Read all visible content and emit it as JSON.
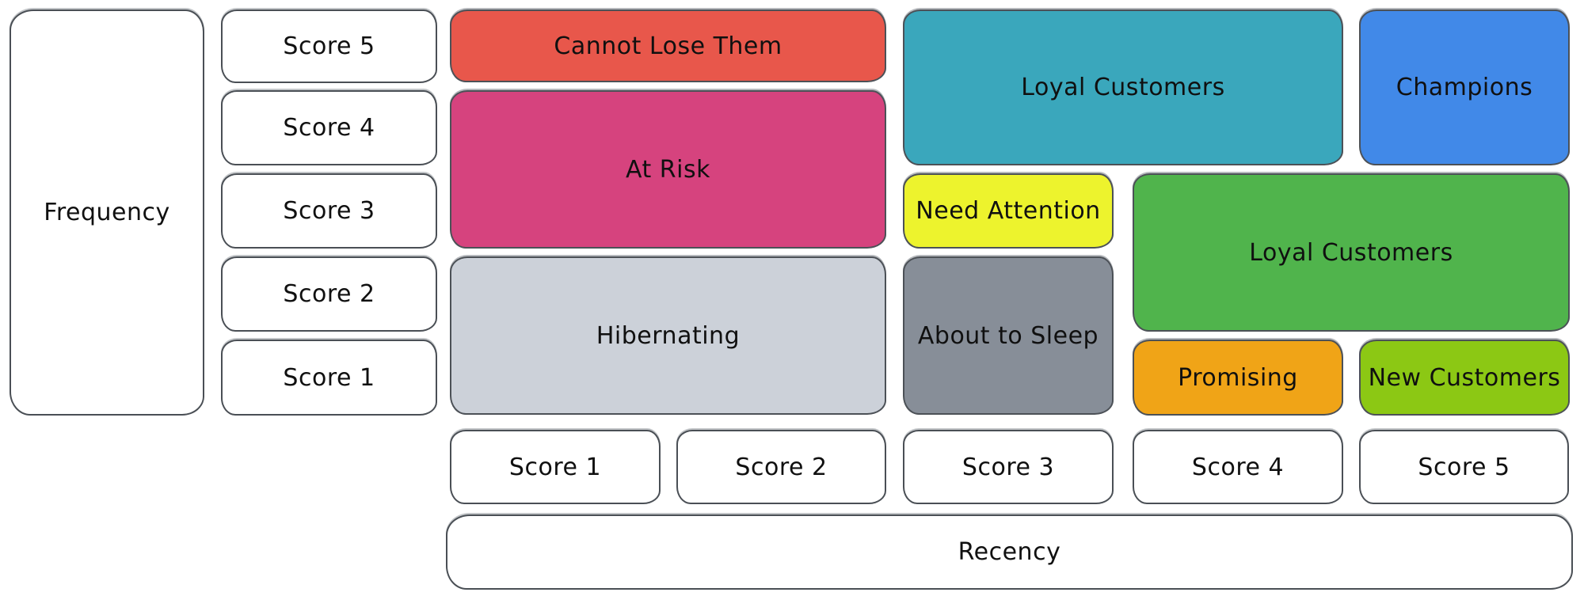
{
  "diagram": {
    "type": "rfm-customer-segmentation-grid",
    "y_axis": {
      "label": "Frequency",
      "scores": [
        "Score 5",
        "Score 4",
        "Score 3",
        "Score 2",
        "Score 1"
      ]
    },
    "x_axis": {
      "label": "Recency",
      "scores": [
        "Score 1",
        "Score 2",
        "Score 3",
        "Score 4",
        "Score 5"
      ]
    },
    "segments": [
      {
        "label": "Cannot Lose Them",
        "color": "#e8574b",
        "recency": "1-2",
        "frequency": "5"
      },
      {
        "label": "At Risk",
        "color": "#d6437e",
        "recency": "1-2",
        "frequency": "3-4"
      },
      {
        "label": "Hibernating",
        "color": "#ccd1d9",
        "recency": "1-2",
        "frequency": "1-2"
      },
      {
        "label": "Loyal Customers",
        "color": "#3aa7bc",
        "recency": "3-4",
        "frequency": "4-5"
      },
      {
        "label": "Champions",
        "color": "#4189e8",
        "recency": "5",
        "frequency": "4-5"
      },
      {
        "label": "Need Attention",
        "color": "#edf32d",
        "recency": "3",
        "frequency": "3"
      },
      {
        "label": "About to Sleep",
        "color": "#878e98",
        "recency": "3",
        "frequency": "1-2"
      },
      {
        "label": "Loyal Customers",
        "color": "#50b44c",
        "recency": "4-5",
        "frequency": "2-3"
      },
      {
        "label": "Promising",
        "color": "#f0a417",
        "recency": "4",
        "frequency": "1"
      },
      {
        "label": "New Customers",
        "color": "#8cc814",
        "recency": "5",
        "frequency": "1"
      }
    ]
  }
}
